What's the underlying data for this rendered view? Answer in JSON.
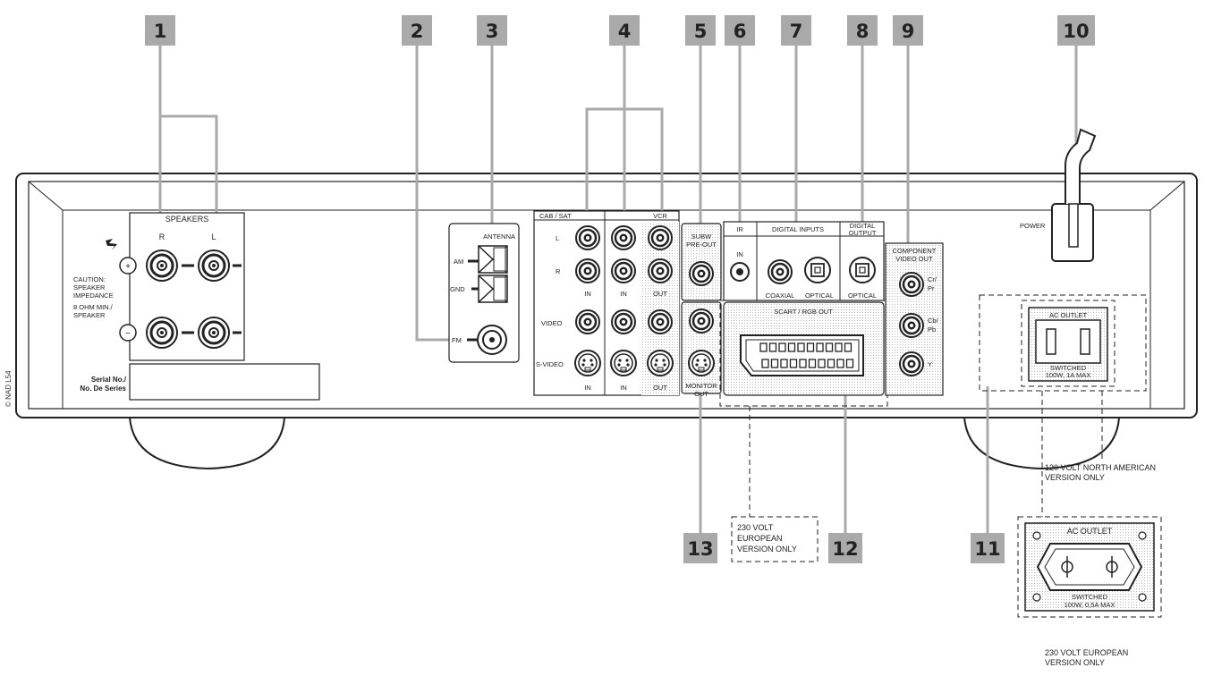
{
  "callouts": [
    "1",
    "2",
    "3",
    "4",
    "5",
    "6",
    "7",
    "8",
    "9",
    "10",
    "11",
    "12",
    "13"
  ],
  "speakers": {
    "title": "SPEAKERS",
    "right": "R",
    "left": "L",
    "plus": "+",
    "minus": "−",
    "caution": "CAUTION:",
    "caution2": "SPEAKER",
    "caution3": "IMPEDANCE",
    "ohm1": "8 OHM MIN./",
    "ohm2": "SPEAKER"
  },
  "serial": {
    "line1": "Serial No./",
    "line2": "No. De Series"
  },
  "copyright": "© NAD L54",
  "antenna": {
    "title": "ANTENNA",
    "am": "AM",
    "gnd": "GND",
    "fm": "FM"
  },
  "av": {
    "cab_sat": "CAB / SAT",
    "vcr": "VCR",
    "l": "L",
    "r": "R",
    "video": "VIDEO",
    "svideo": "S-VIDEO",
    "in1": "IN",
    "in2": "IN",
    "out1": "OUT",
    "in3": "IN",
    "in4": "IN",
    "out2": "OUT"
  },
  "subw": {
    "line1": "SUBW",
    "line2": "PRE-OUT"
  },
  "monitor": {
    "line1": "MONITOR",
    "line2": "OUT"
  },
  "ir": {
    "title": "IR",
    "in": "IN"
  },
  "digital_inputs": {
    "title": "DIGITAL INPUTS",
    "coaxial": "COAXIAL",
    "optical": "OPTICAL"
  },
  "digital_output": {
    "line1": "DIGITAL",
    "line2": "OUTPUT",
    "optical": "OPTICAL"
  },
  "scart": {
    "title": "SCART / RGB OUT"
  },
  "component": {
    "line1": "COMPONENT",
    "line2": "VIDEO OUT",
    "cr": "Cr/",
    "pr": "Pr",
    "cb": "Cb/",
    "pb": "Pb",
    "y": "Y"
  },
  "power": {
    "label": "POWER"
  },
  "ac_na": {
    "title": "AC OUTLET",
    "sw": "SWITCHED",
    "rating": "100W, 1A MAX",
    "note1": "120 VOLT NORTH AMERICAN",
    "note2": "VERSION ONLY"
  },
  "ac_eu": {
    "title": "AC OUTLET",
    "sw": "SWITCHED",
    "rating": "100W, 0,5A MAX",
    "note1": "230 VOLT EUROPEAN",
    "note2": "VERSION ONLY"
  },
  "scart_note": {
    "line1": "230 VOLT",
    "line2": "EUROPEAN",
    "line3": "VERSION ONLY"
  }
}
